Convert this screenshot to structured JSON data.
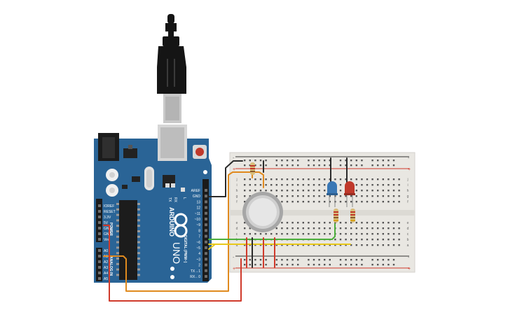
{
  "board": {
    "brand": "ARDUINO",
    "model": "UNO",
    "power_header_labels": [
      "IOREF",
      "RESET",
      "3.3V",
      "5V",
      "GND",
      "GND",
      "Vin"
    ],
    "power_section_label": "POWER",
    "analog_header_labels": [
      "A0",
      "A1",
      "A2",
      "A3",
      "A4",
      "A5"
    ],
    "analog_section_label": "ANALOG IN",
    "digital_header_labels": [
      "AREF",
      "GND",
      "13",
      "12",
      "~11",
      "~10",
      "~9",
      "8",
      "7",
      "~6",
      "~5",
      "4",
      "~3",
      "2",
      "TX→1",
      "RX←0"
    ],
    "digital_section_label": "DIGITAL (PWM~)",
    "led_labels": [
      "TX",
      "RX",
      "L"
    ]
  },
  "breadboard": {
    "row_letters_top": [
      "j",
      "i",
      "h",
      "g",
      "f"
    ],
    "row_letters_bottom": [
      "e",
      "d",
      "c",
      "b",
      "a"
    ],
    "rail_plus": "+",
    "rail_minus": "-"
  },
  "colors": {
    "board": "#2a6496",
    "breadboard": "#e9e7e2",
    "wire_red": "#d03a2b",
    "wire_black": "#2b2b2b",
    "wire_orange": "#e08a1e",
    "wire_yellow": "#e8c81a",
    "wire_green": "#4caf3c",
    "led_blue": "#3a78b5",
    "led_red": "#c0392b"
  }
}
